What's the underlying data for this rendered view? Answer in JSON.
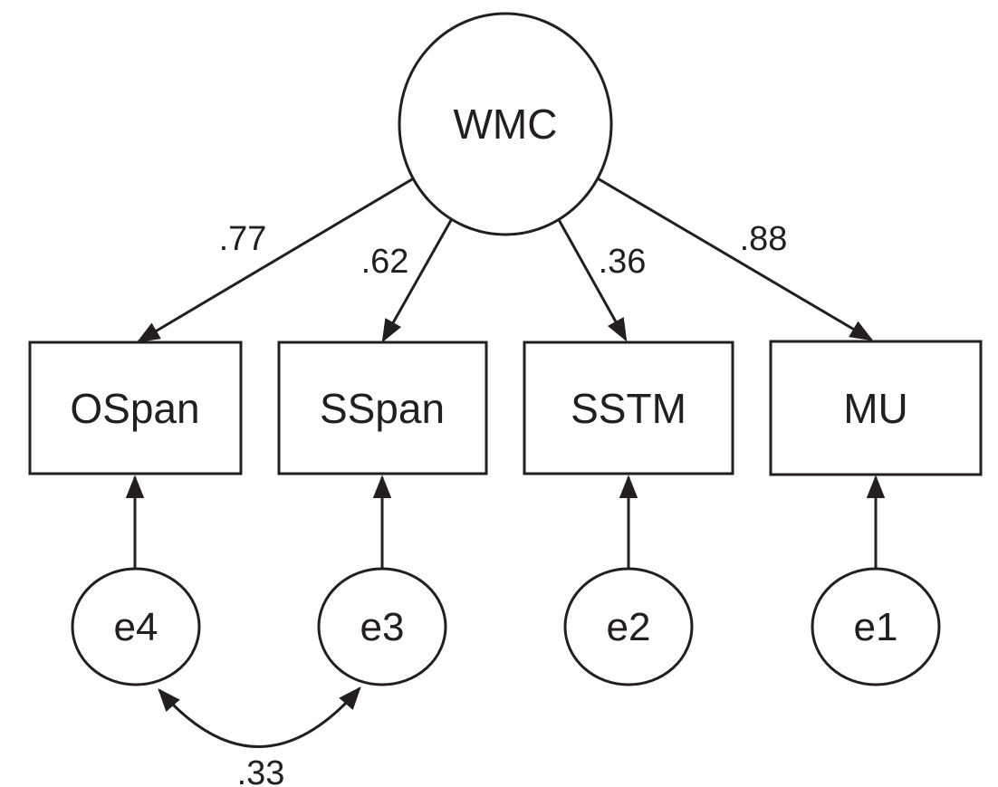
{
  "diagram": {
    "type": "sem-path-diagram",
    "latent": {
      "label": "WMC"
    },
    "observed": [
      {
        "label": "OSpan",
        "loading": ".77",
        "error": "e4"
      },
      {
        "label": "SSpan",
        "loading": ".62",
        "error": "e3"
      },
      {
        "label": "SSTM",
        "loading": ".36",
        "error": "e2"
      },
      {
        "label": "MU",
        "loading": ".88",
        "error": "e1"
      }
    ],
    "covariance": {
      "between": [
        "e4",
        "e3"
      ],
      "value": ".33"
    },
    "colors": {
      "stroke": "#231f20",
      "background": "#ffffff"
    }
  }
}
